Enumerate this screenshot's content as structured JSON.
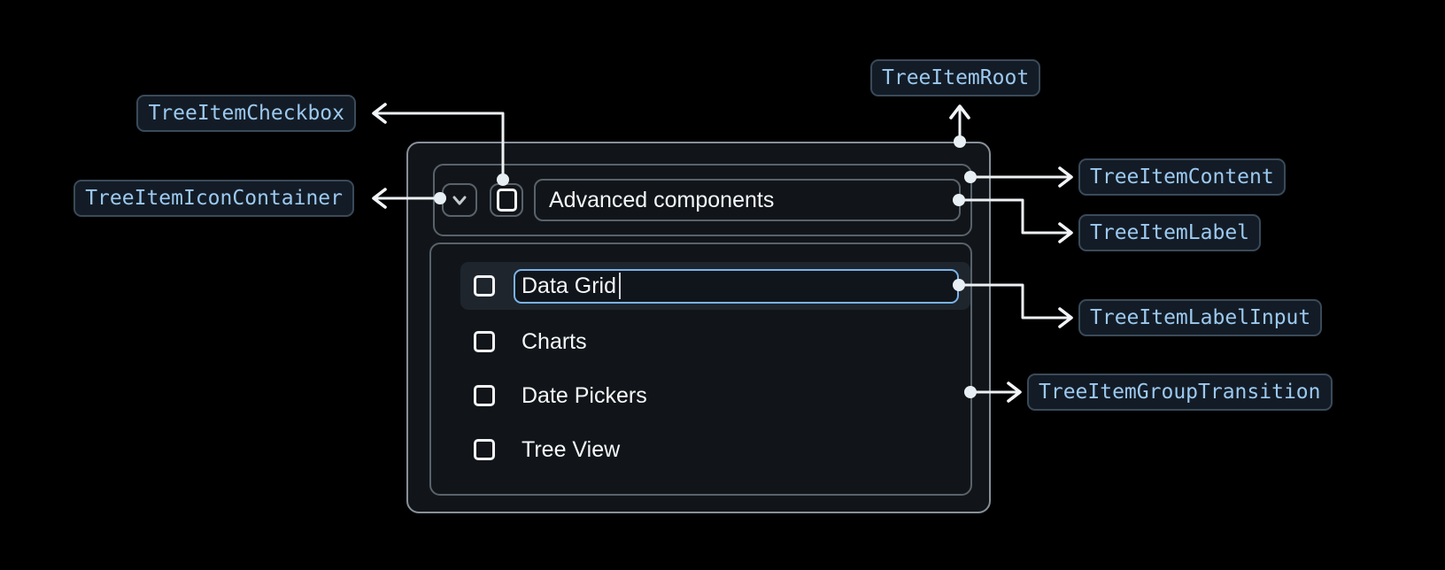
{
  "annotations": {
    "tree_item_checkbox": "TreeItemCheckbox",
    "tree_item_icon_container": "TreeItemIconContainer",
    "tree_item_root": "TreeItemRoot",
    "tree_item_content": "TreeItemContent",
    "tree_item_label": "TreeItemLabel",
    "tree_item_label_input": "TreeItemLabelInput",
    "tree_item_group_transition": "TreeItemGroupTransition"
  },
  "tree": {
    "parent_label": "Advanced components",
    "items": [
      {
        "label": "Data Grid",
        "state": "editing",
        "checked": false
      },
      {
        "label": "Charts",
        "checked": false
      },
      {
        "label": "Date Pickers",
        "checked": false
      },
      {
        "label": "Tree View",
        "checked": false
      }
    ]
  },
  "icons": {
    "expand": "chevron-down-icon",
    "checkbox": "checkbox-unchecked-icon"
  },
  "colors": {
    "page_background": "#000000",
    "badge_background": "#131C26",
    "badge_border": "#3A4A59",
    "badge_text": "#9CC9F0",
    "connector": "#EDF1F4",
    "root_background": "#111519",
    "root_border": "#87909A",
    "inner_border": "#59626B",
    "selected_row_background": "#1E252D",
    "input_focus_border": "#7AB3E8",
    "text": "#F5F7F9"
  }
}
